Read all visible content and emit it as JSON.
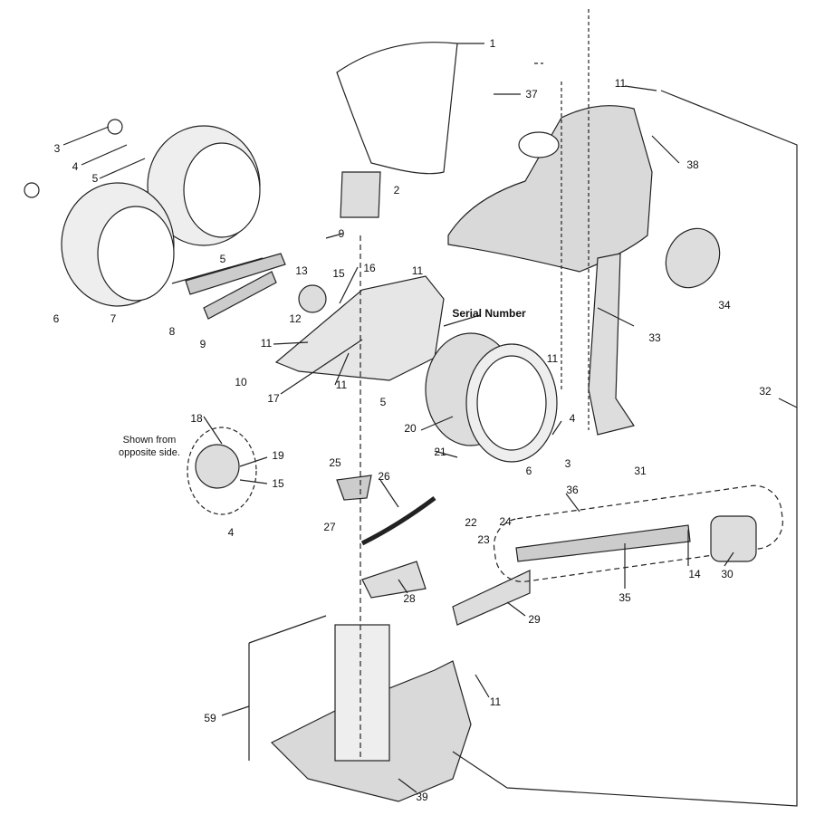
{
  "diagram": {
    "callouts": [
      "1",
      "37",
      "11",
      "38",
      "3",
      "4",
      "5",
      "6",
      "7",
      "8",
      "9",
      "9",
      "5",
      "2",
      "11",
      "16",
      "15",
      "13",
      "12",
      "11",
      "10",
      "17",
      "11",
      "5",
      "20",
      "34",
      "33",
      "11",
      "32",
      "4",
      "3",
      "6",
      "31",
      "18",
      "19",
      "15",
      "4",
      "21",
      "25",
      "26",
      "36",
      "22",
      "23",
      "24",
      "27",
      "14",
      "30",
      "35",
      "28",
      "29",
      "11",
      "59",
      "39"
    ],
    "serial_number_label": "Serial Number",
    "note_line1": "Shown from",
    "note_line2": "opposite side.",
    "line_color": "#222222",
    "fill_color": "#d9d9d9"
  }
}
